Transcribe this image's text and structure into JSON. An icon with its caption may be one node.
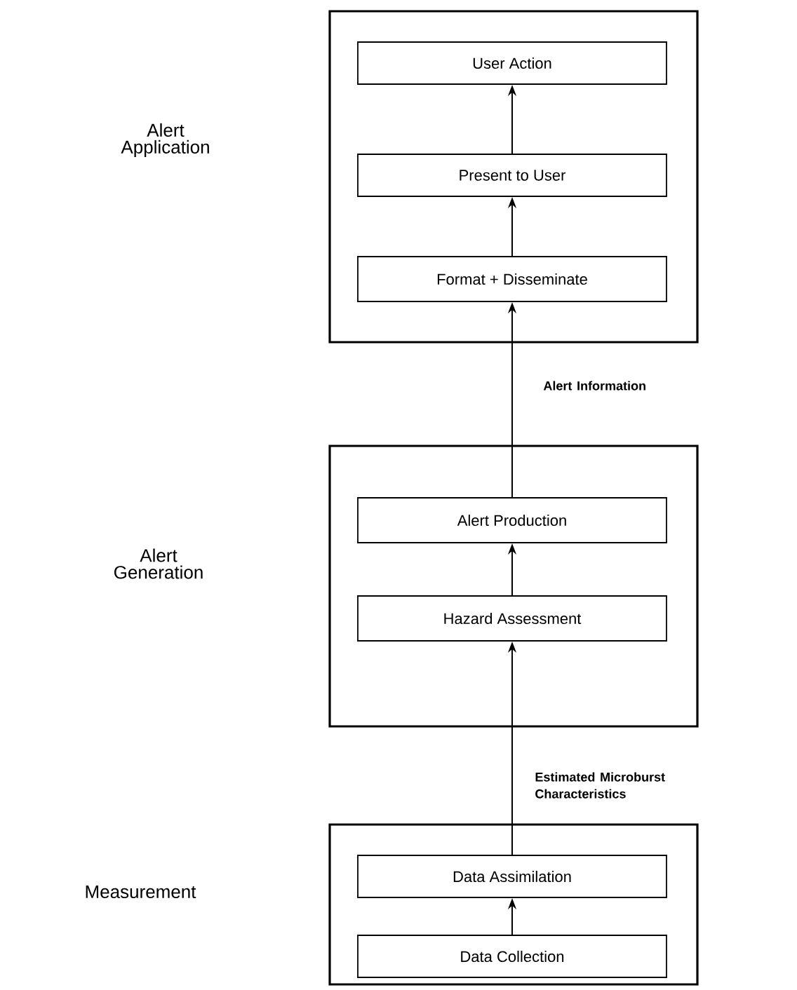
{
  "diagram": {
    "nodes": [
      {
        "text": [],
        "shape": "box"
      },
      {
        "text": [
          "User Action"
        ],
        "in": 0
      },
      {
        "text": [
          "Present to User"
        ],
        "in": 0
      },
      {
        "text": [
          "Format + Disseminate"
        ],
        "in": 0
      },
      {
        "text": [],
        "shape": "box"
      },
      {
        "text": [
          "Alert Production"
        ],
        "in": 4
      },
      {
        "text": [
          "Hazard Assessment"
        ],
        "in": 4
      },
      {
        "text": [],
        "shape": "box"
      },
      {
        "text": [
          "Data Assimilation"
        ],
        "in": 7
      },
      {
        "text": [
          "Data Collection"
        ],
        "in": 7
      }
    ],
    "edges": [
      {
        "from": 9,
        "to": 8,
        "arrow": "to"
      },
      {
        "from": 8,
        "to": 6,
        "arrow": "to",
        "label": "Estimated Microburst Characteristics"
      },
      {
        "from": 6,
        "to": 5,
        "arrow": "to"
      },
      {
        "from": 5,
        "to": 3,
        "arrow": "to",
        "label": "Alert Information"
      },
      {
        "from": 3,
        "to": 2,
        "arrow": "to"
      },
      {
        "from": 2,
        "to": 1,
        "arrow": "to"
      }
    ],
    "labels": [
      "Alert Application",
      "Alert Generation",
      "Measurement"
    ]
  }
}
